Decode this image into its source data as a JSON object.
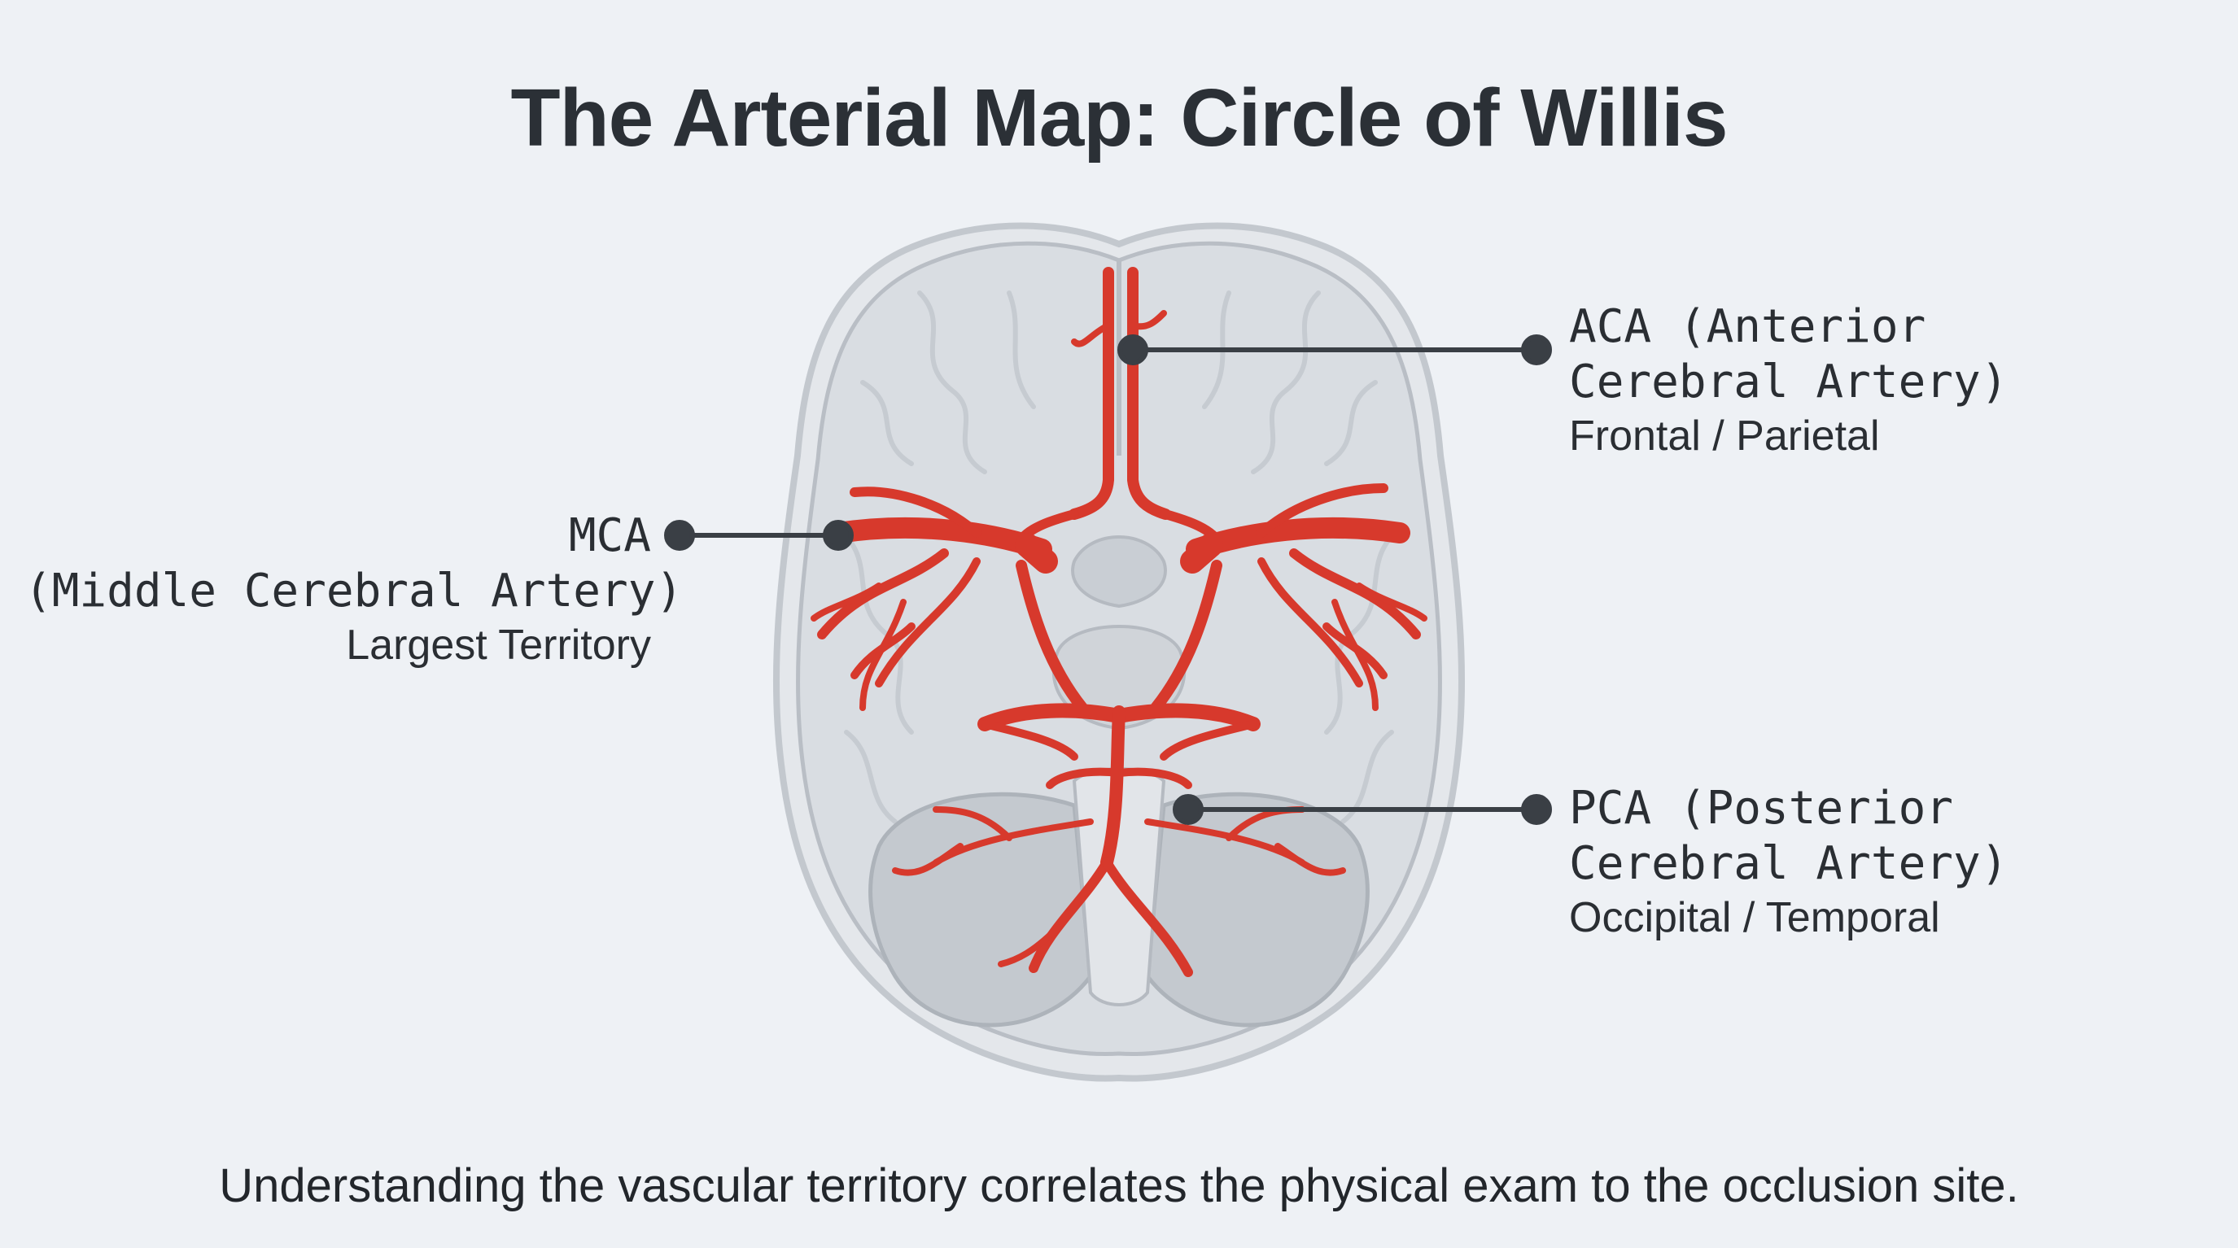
{
  "title": "The Arterial Map: Circle of Willis",
  "labels": {
    "aca": {
      "line1": "ACA (Anterior",
      "line2": "Cerebral Artery)",
      "sub": "Frontal / Parietal"
    },
    "mca": {
      "line1": "MCA",
      "line2": "(Middle Cerebral Artery)",
      "sub": "Largest Territory"
    },
    "pca": {
      "line1": "PCA (Posterior",
      "line2": "Cerebral Artery)",
      "sub": "Occipital / Temporal"
    }
  },
  "caption": "Understanding the vascular territory correlates the physical exam to the occlusion site.",
  "colors": {
    "artery": "#d7392c",
    "brain_fill": "#d9dde2",
    "brain_outline": "#b9bec5",
    "leader": "#3a3f45",
    "background": "#eef1f5"
  }
}
